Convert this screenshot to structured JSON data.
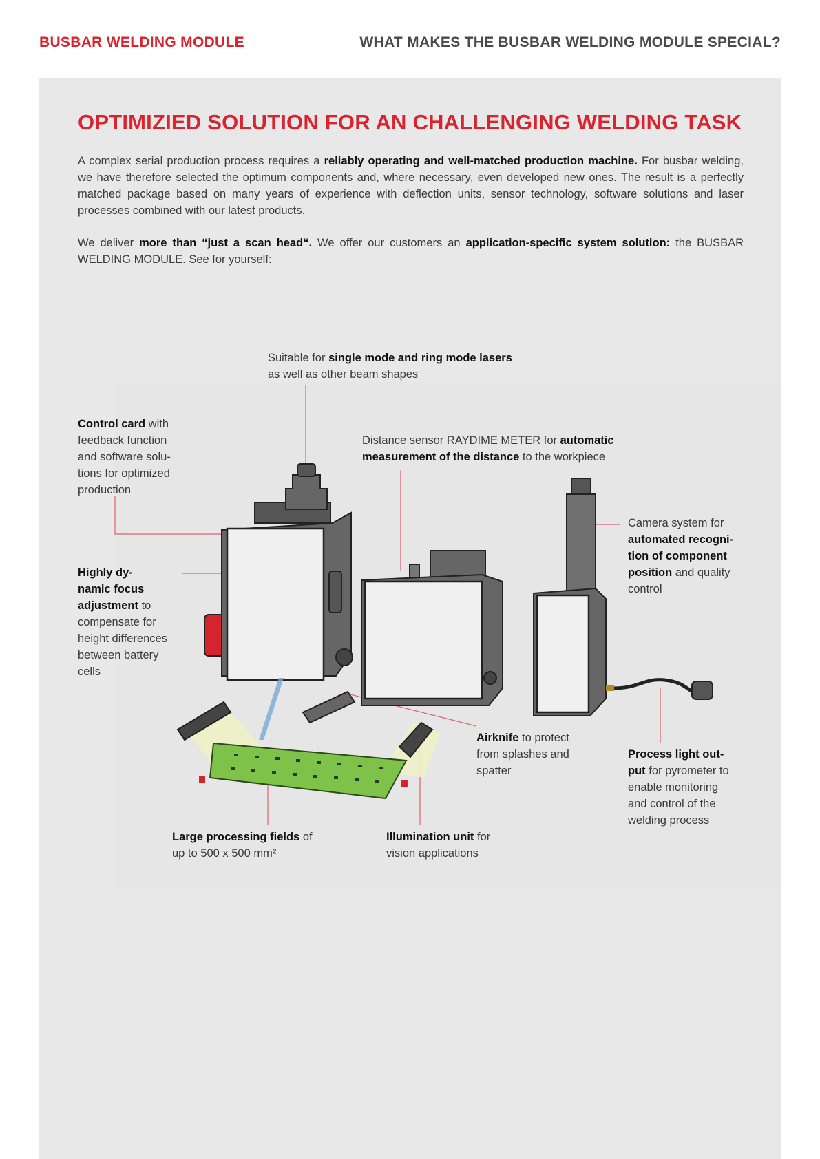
{
  "header": {
    "left": "BUSBAR WELDING MODULE",
    "right": "WHAT MAKES THE BUSBAR WELDING MODULE SPECIAL?"
  },
  "title": "OPTIMIZIED SOLUTION FOR AN CHALLENGING WELDING TASK",
  "intro": {
    "p1_a": "A complex serial production process requires a ",
    "p1_b": "reliably operating and well-matched production machine.",
    "p1_c": " For busbar welding, we have therefore selected the optimum components and, where necessary, even developed new ones. The result is a perfectly matched package based on many years of experience with deflection units, sensor technology, software solutions and laser processes combined with our latest products.",
    "p2_a": "We deliver ",
    "p2_b": "more than “just a scan head“.",
    "p2_c": " We offer our customers an ",
    "p2_d": "application-specific system solution:",
    "p2_e": " the BUSBAR WELDING MODULE. See for yourself:"
  },
  "callouts": {
    "lasers": {
      "l1a": "Suitable for ",
      "l1b": "single mode and ring mode lasers",
      "l2": "as well as other beam shapes"
    },
    "control": {
      "l1a": "Control card",
      "l1b": " with",
      "l2": "feedback function",
      "l3": "and software solu-",
      "l4": "tions for optimized",
      "l5": "production"
    },
    "distance": {
      "l1a": "Distance sensor RAYDIME METER for ",
      "l1b": "automatic",
      "l2a": "measurement of the distance",
      "l2b": " to the workpiece"
    },
    "camera": {
      "l1": "Camera system for",
      "l2": "automated recogni-",
      "l3": "tion of component",
      "l4a": "position",
      "l4b": " and quality",
      "l5": "control"
    },
    "focus": {
      "l1": "Highly dy-",
      "l2": "namic focus",
      "l3a": "adjustment",
      "l3b": " to",
      "l4": "compensate for",
      "l5": "height differences",
      "l6": "between battery",
      "l7": "cells"
    },
    "airknife": {
      "l1a": "Airknife",
      "l1b": " to protect",
      "l2": "from splashes and",
      "l3": "spatter"
    },
    "pyro": {
      "l1": "Process light out-",
      "l2a": "put",
      "l2b": " for pyrometer to",
      "l3": "enable monitoring",
      "l4": "and control of the",
      "l5": "welding process"
    },
    "fields": {
      "l1a": "Large processing fields",
      "l1b": " of",
      "l2": "up to 500 x 500 mm²"
    },
    "illum": {
      "l1a": "Illumination unit",
      "l1b": " for",
      "l2": "vision applications"
    }
  },
  "colors": {
    "accent": "#d9232e",
    "panel": "#e8e8e8",
    "leader": "#e06070"
  }
}
